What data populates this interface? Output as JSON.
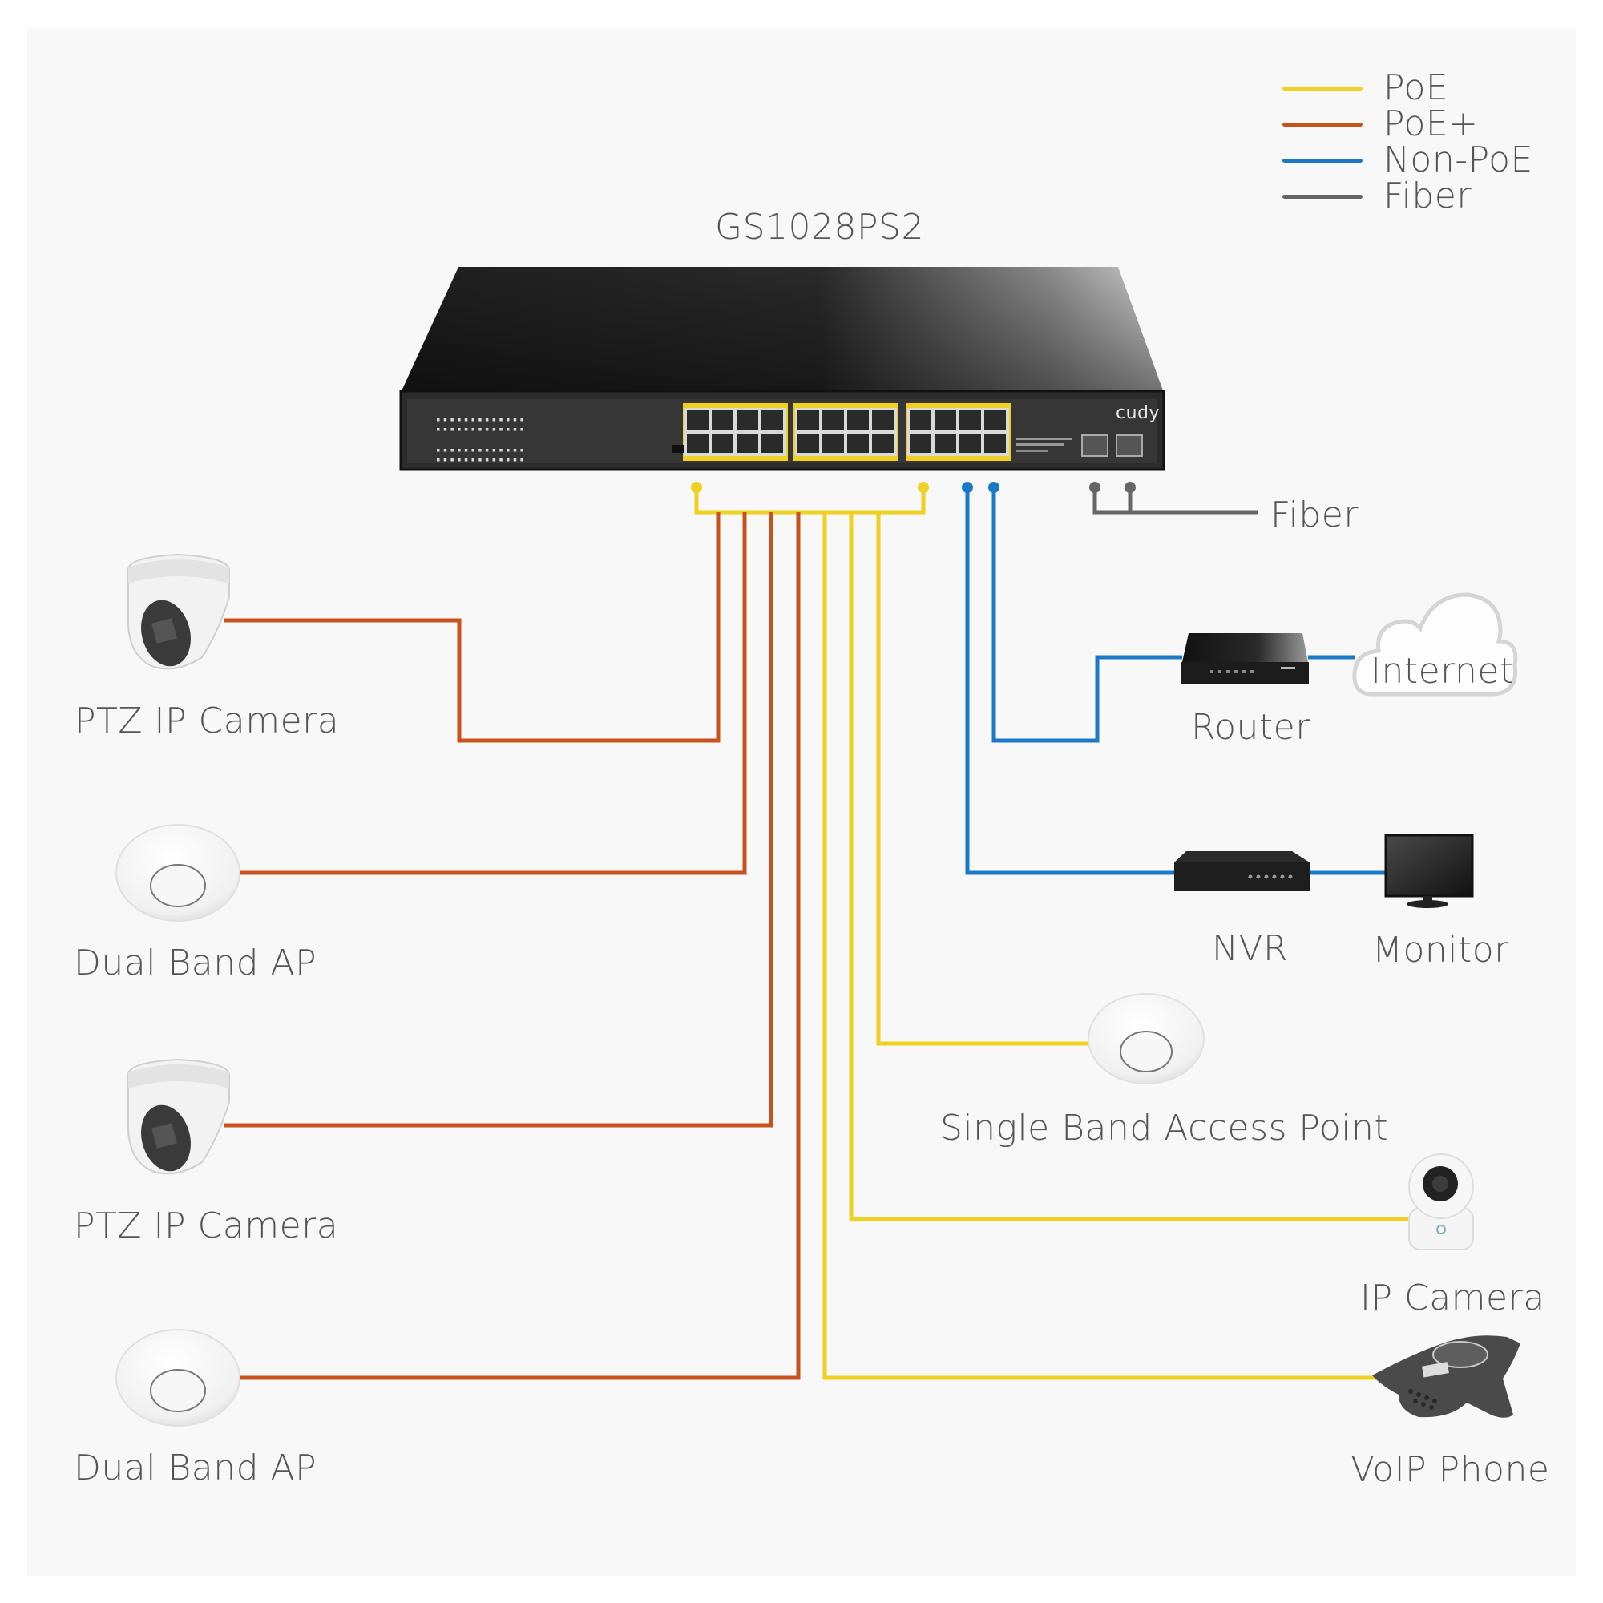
{
  "title": "GS1028PS2",
  "switch": {
    "brand": "cudy",
    "model": "GS1028PS2"
  },
  "colors": {
    "poe": "#f0d020",
    "poe_plus": "#c8521c",
    "non_poe": "#1a78c8",
    "fiber": "#666666",
    "text": "#555555",
    "background": "#f8f8f8"
  },
  "legend": [
    {
      "key": "poe",
      "label": "PoE"
    },
    {
      "key": "poe_plus",
      "label": "PoE+"
    },
    {
      "key": "non_poe",
      "label": "Non-PoE"
    },
    {
      "key": "fiber",
      "label": "Fiber"
    }
  ],
  "fiber_label": "Fiber",
  "devices": {
    "ptz_camera_1": {
      "label": "PTZ IP Camera",
      "link": "PoE+"
    },
    "dual_band_ap_1": {
      "label": "Dual Band AP",
      "link": "PoE+"
    },
    "ptz_camera_2": {
      "label": "PTZ IP Camera",
      "link": "PoE+"
    },
    "dual_band_ap_2": {
      "label": "Dual Band AP",
      "link": "PoE+"
    },
    "router": {
      "label": "Router",
      "link": "Non-PoE"
    },
    "internet": {
      "label": "Internet"
    },
    "nvr": {
      "label": "NVR",
      "link": "Non-PoE"
    },
    "monitor": {
      "label": "Monitor"
    },
    "single_band_ap": {
      "label": "Single Band Access Point",
      "link": "PoE"
    },
    "ip_camera": {
      "label": "IP Camera",
      "link": "PoE"
    },
    "voip_phone": {
      "label": "VoIP Phone",
      "link": "PoE"
    }
  }
}
